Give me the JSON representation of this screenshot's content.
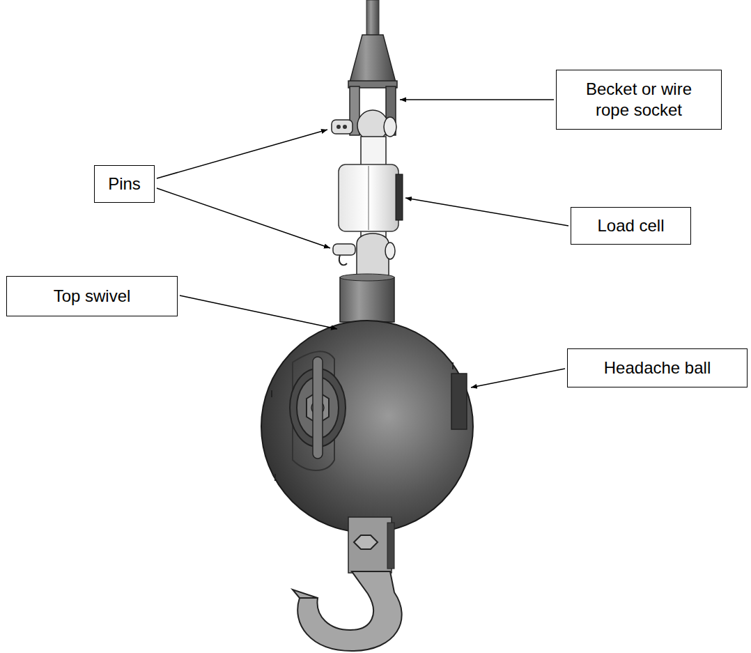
{
  "diagram": {
    "nodes": [
      {
        "text": [
          "Becket or wire rope socket"
        ]
      },
      {
        "text": [
          "Pins"
        ]
      },
      {
        "text": [
          "Load cell"
        ]
      },
      {
        "text": [
          "Top swivel"
        ]
      },
      {
        "text": [
          "Headache ball"
        ]
      }
    ]
  }
}
